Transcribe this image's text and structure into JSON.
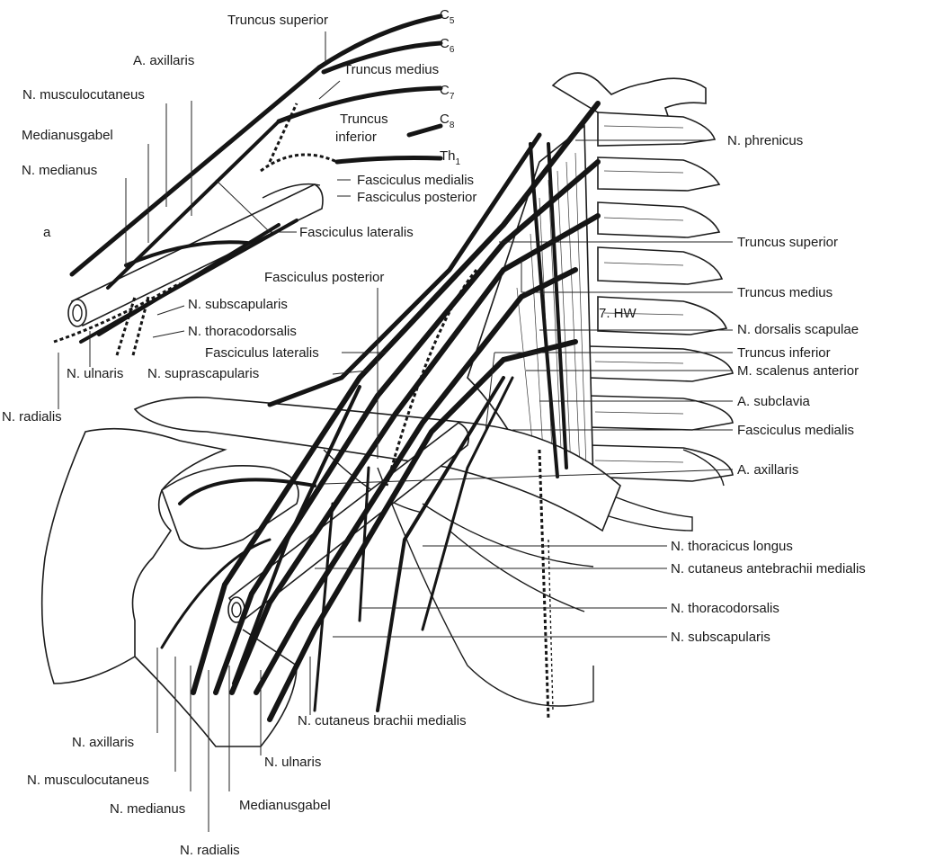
{
  "panel_label": "a",
  "inset_labels": {
    "truncus_superior": "Truncus superior",
    "c5": "C",
    "c5_sub": "5",
    "c6": "C",
    "c6_sub": "6",
    "a_axillaris": "A. axillaris",
    "truncus_medius": "Truncus medius",
    "n_musculocutaneus": "N. musculocutaneus",
    "c7": "C",
    "c7_sub": "7",
    "truncus_inferior_1": "Truncus",
    "truncus_inferior_2": "inferior",
    "c8": "C",
    "c8_sub": "8",
    "medianusgabel": "Medianusgabel",
    "th1": "Th",
    "th1_sub": "1",
    "n_medianus": "N. medianus",
    "fasciculus_medialis": "Fasciculus medialis",
    "fasciculus_posterior": "Fasciculus posterior",
    "fasciculus_lateralis": "Fasciculus lateralis",
    "n_subscapularis": "N. subscapularis",
    "n_thoracodorsalis": "N. thoracodorsalis",
    "n_ulnaris": "N. ulnaris",
    "n_radialis": "N. radialis"
  },
  "main_labels": {
    "fasciculus_posterior": "Fasciculus posterior",
    "fasciculus_lateralis": "Fasciculus lateralis",
    "n_suprascapularis": "N. suprascapularis",
    "n_phrenicus": "N. phrenicus",
    "truncus_superior": "Truncus superior",
    "truncus_medius": "Truncus medius",
    "vertebra_7hw": "7. HW",
    "n_dorsalis_scapulae": "N. dorsalis scapulae",
    "truncus_inferior": "Truncus inferior",
    "m_scalenus_anterior": "M. scalenus anterior",
    "a_subclavia": "A. subclavia",
    "fasciculus_medialis": "Fasciculus medialis",
    "a_axillaris": "A. axillaris",
    "n_thoracicus_longus": "N. thoracicus longus",
    "n_cutaneus_antebrachii_medialis": "N. cutaneus antebrachii medialis",
    "n_thoracodorsalis": "N. thoracodorsalis",
    "n_subscapularis": "N. subscapularis",
    "n_cutaneus_brachii_medialis": "N. cutaneus brachii medialis",
    "n_axillaris": "N. axillaris",
    "n_ulnaris": "N. ulnaris",
    "n_musculocutaneus": "N. musculocutaneus",
    "medianusgabel": "Medianusgabel",
    "n_medianus": "N. medianus",
    "n_radialis": "N. radialis"
  }
}
